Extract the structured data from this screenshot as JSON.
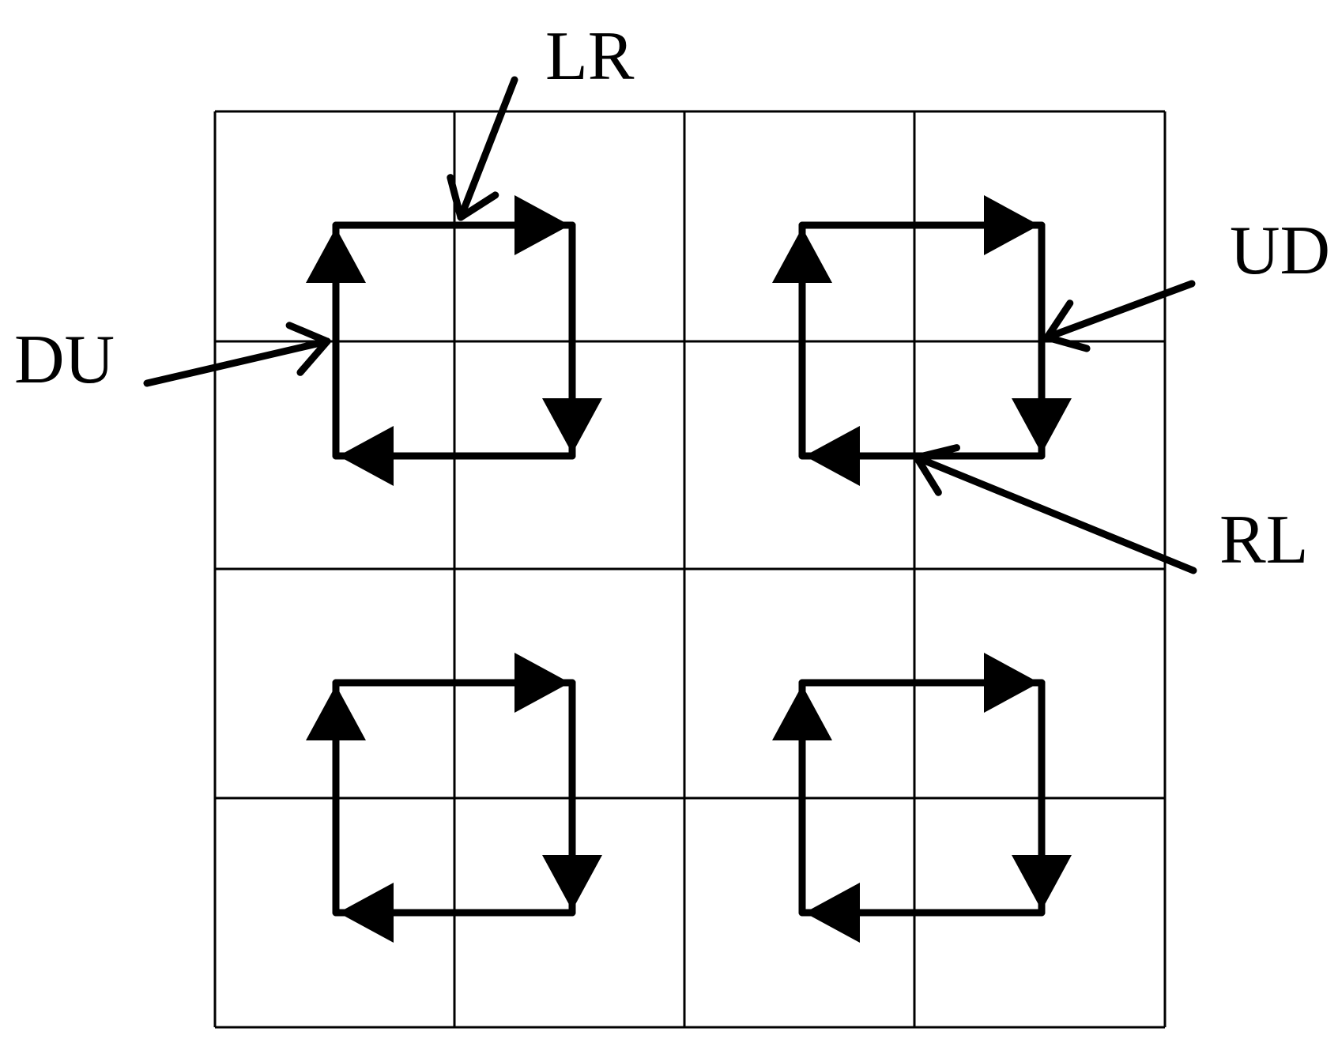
{
  "diagram": {
    "grid": {
      "rows": 4,
      "cols": 4
    },
    "labels": {
      "lr": "LR",
      "ud": "UD",
      "du": "DU",
      "rl": "RL"
    },
    "colors": {
      "stroke": "#000000",
      "background": "#ffffff"
    }
  }
}
